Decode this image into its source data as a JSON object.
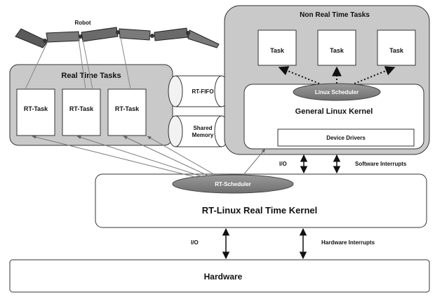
{
  "robot": {
    "label": "Robot"
  },
  "real_time_tasks": {
    "title": "Real Time Tasks",
    "tasks": [
      "RT-Task",
      "RT-Task",
      "RT-Task"
    ]
  },
  "fifo": {
    "label": "RT-FIFO"
  },
  "shared_memory": {
    "line1": "Shared",
    "line2": "Memory"
  },
  "non_real_time_tasks": {
    "title": "Non Real Time Tasks",
    "tasks": [
      "Task",
      "Task",
      "Task"
    ]
  },
  "linux_kernel": {
    "scheduler": "Linux Scheduler",
    "title": "General Linux Kernel",
    "device_drivers": "Device Drivers"
  },
  "upper_io": {
    "io_label": "I/O",
    "interrupts_label": "Software Interrupts"
  },
  "rt_kernel": {
    "scheduler": "RT-Scheduler",
    "title": "RT-Linux Real Time Kernel"
  },
  "lower_io": {
    "io_label": "I/O",
    "interrupts_label": "Hardware Interrupts"
  },
  "hardware": {
    "title": "Hardware"
  }
}
